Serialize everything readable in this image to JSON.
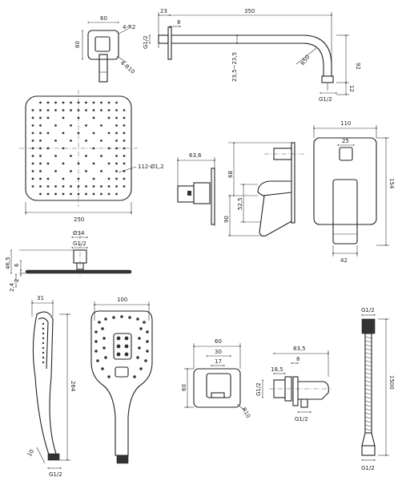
{
  "labels": {
    "elbow": {
      "w60": "60",
      "h60": "60",
      "r2": "4-R2",
      "r10": "4-R10"
    },
    "arm": {
      "d23": "23",
      "d8": "8",
      "d350": "350",
      "g12": "G1/2",
      "d235": "23,5~23,5",
      "r50": "R50",
      "d92": "92",
      "d12": "12",
      "g12b": "G1/2"
    },
    "head": {
      "holes": "112-Ø1,2",
      "w250": "250"
    },
    "head_side": {
      "d34": "Ø34",
      "g12": "G1/2",
      "h465": "46,5",
      "h6": "6",
      "h2": "2",
      "h24": "2,4"
    },
    "valve_side": {
      "d636": "63,6",
      "h68": "68",
      "h525": "52,5",
      "h90": "90"
    },
    "valve_front": {
      "w110": "110",
      "w25": "25",
      "h154": "154",
      "w42": "42"
    },
    "handshower": {
      "w31": "31",
      "w100": "100",
      "h264": "264",
      "d10": "10",
      "g12": "G1/2"
    },
    "outlet": {
      "w60": "60",
      "w30": "30",
      "w17": "17",
      "h60": "60",
      "r10": "R10"
    },
    "outlet_side": {
      "d835": "83,5",
      "d8": "8",
      "d185": "18,5",
      "g12a": "G1/2",
      "g12b": "G1/2"
    },
    "hose": {
      "g12a": "G1/2",
      "l1500": "1500",
      "g12b": "G1/2"
    }
  }
}
